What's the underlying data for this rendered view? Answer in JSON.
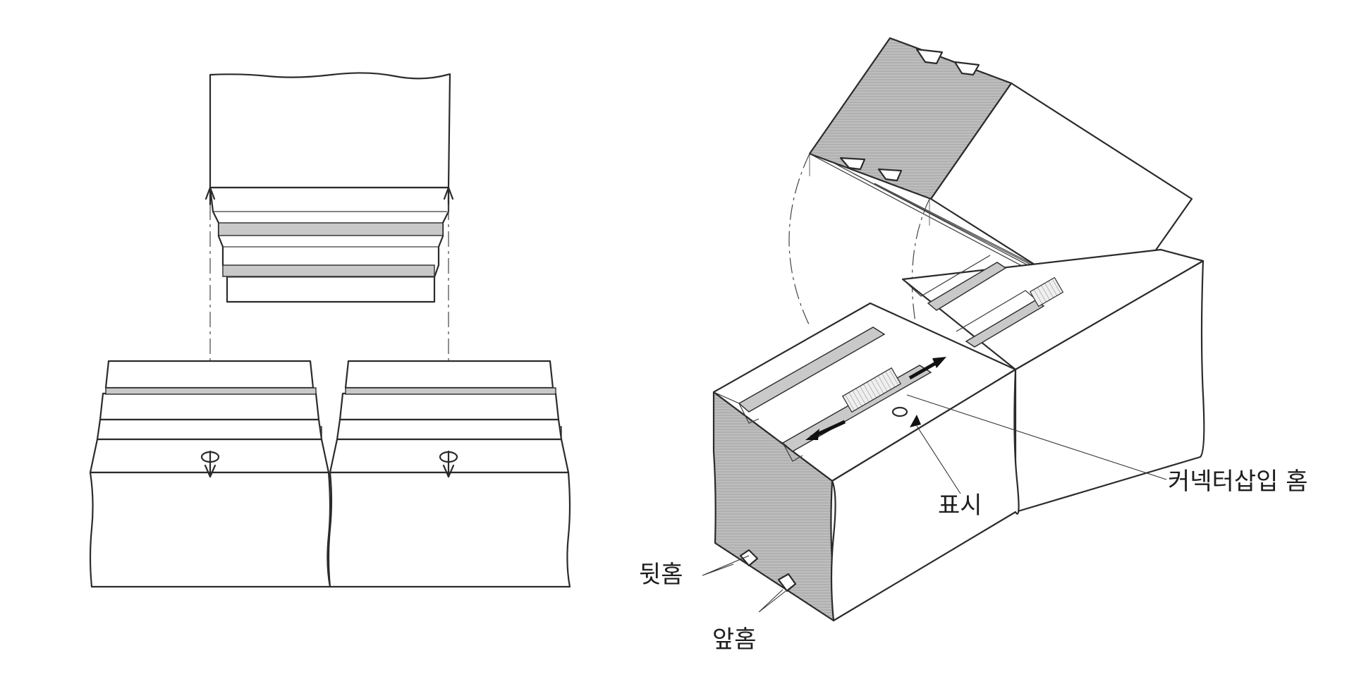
{
  "labels": {
    "back_groove": "뒷홈",
    "front_groove": "앞홈",
    "mark": "표시",
    "connector_groove": "커넥터삽입 홈"
  }
}
